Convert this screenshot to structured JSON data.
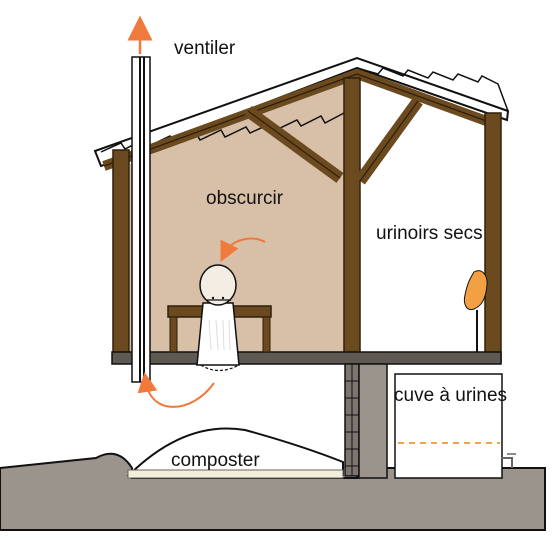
{
  "labels": {
    "ventiler": "ventiler",
    "obscurcir": "obscurcir",
    "urinoirs_secs": "urinoirs secs",
    "cuve_a_urines": "cuve à urines",
    "composter": "composter"
  },
  "colors": {
    "wood": "#6b4a1f",
    "wood_edge": "#2f1f0a",
    "wall_fill": "#d8c0a8",
    "ground": "#9b948d",
    "floor": "#5f5953",
    "column": "#7d7670",
    "arrow": "#f07a3b",
    "urine_level": "#f0a54a",
    "urinal": "#f2a043"
  },
  "icons": {
    "vent_pipe": "vent-pipe-icon",
    "toilet": "toilet-icon",
    "urinal": "urinal-icon",
    "tap": "tap-icon"
  }
}
